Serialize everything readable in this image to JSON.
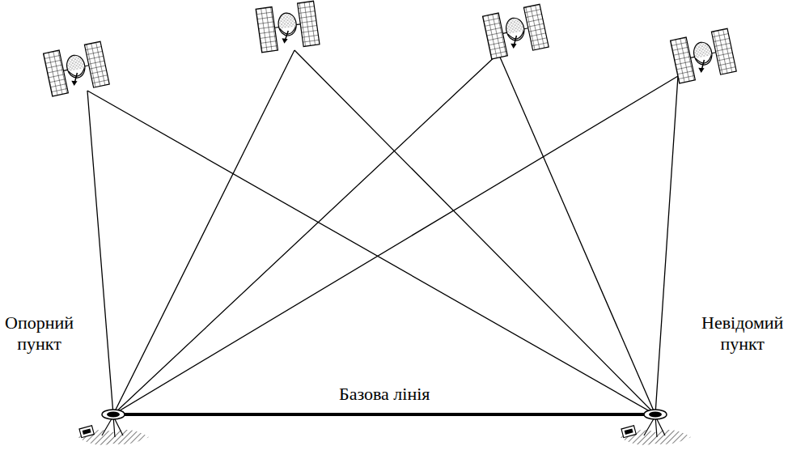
{
  "diagram": {
    "labels": [
      "Опорний пункт",
      "Невідомий пункт",
      "Базова лінія"
    ]
  }
}
